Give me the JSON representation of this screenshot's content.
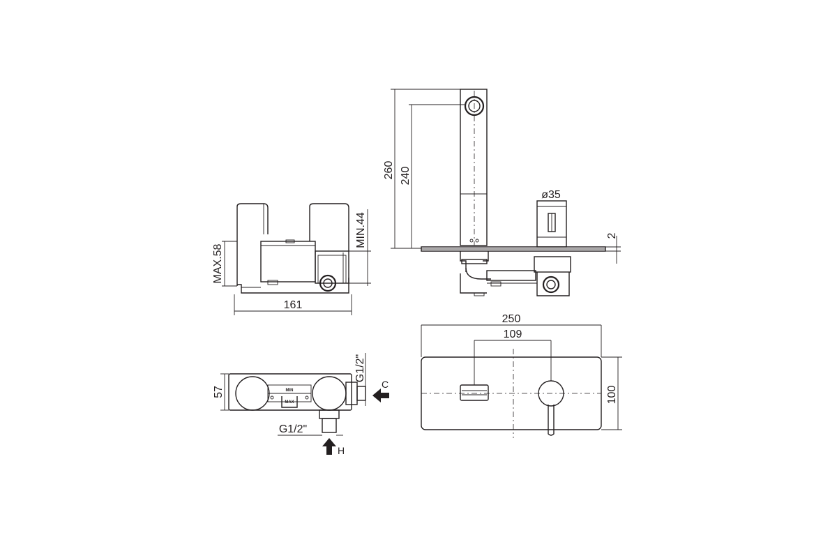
{
  "dimensions": {
    "body_width": "161",
    "max_depth": "MAX.58",
    "min_depth": "MIN.44",
    "spout_height_total": "260",
    "spout_height_outlet": "240",
    "handle_diameter": "ø35",
    "plate_thickness": "2",
    "plate_width": "250",
    "center_distance": "109",
    "plate_height": "100",
    "body_height": "57",
    "cold_inlet_thread": "G1/2\"",
    "hot_inlet_thread": "G1/2\""
  },
  "labels": {
    "cold": "C",
    "hot": "H",
    "min_mark": "MIN",
    "max_mark": "MAX"
  }
}
